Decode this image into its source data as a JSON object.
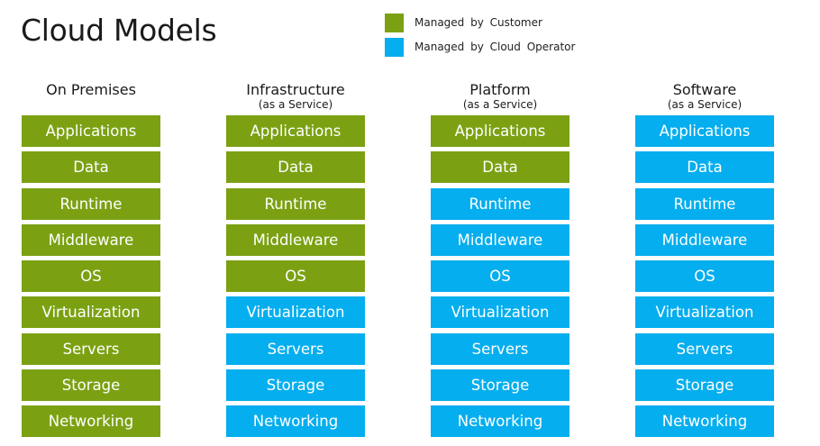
{
  "title": "Cloud Models",
  "legend": [
    {
      "key": "customer",
      "label": "Managed by Customer",
      "color": "#7ba113"
    },
    {
      "key": "operator",
      "label": "Managed by Cloud Operator",
      "color": "#05aeee"
    }
  ],
  "columns": [
    {
      "title": "On Premises",
      "subtitle": "",
      "layers": [
        {
          "label": "Applications",
          "managed_by": "customer"
        },
        {
          "label": "Data",
          "managed_by": "customer"
        },
        {
          "label": "Runtime",
          "managed_by": "customer"
        },
        {
          "label": "Middleware",
          "managed_by": "customer"
        },
        {
          "label": "OS",
          "managed_by": "customer"
        },
        {
          "label": "Virtualization",
          "managed_by": "customer"
        },
        {
          "label": "Servers",
          "managed_by": "customer"
        },
        {
          "label": "Storage",
          "managed_by": "customer"
        },
        {
          "label": "Networking",
          "managed_by": "customer"
        }
      ]
    },
    {
      "title": "Infrastructure",
      "subtitle": "(as a Service)",
      "layers": [
        {
          "label": "Applications",
          "managed_by": "customer"
        },
        {
          "label": "Data",
          "managed_by": "customer"
        },
        {
          "label": "Runtime",
          "managed_by": "customer"
        },
        {
          "label": "Middleware",
          "managed_by": "customer"
        },
        {
          "label": "OS",
          "managed_by": "customer"
        },
        {
          "label": "Virtualization",
          "managed_by": "operator"
        },
        {
          "label": "Servers",
          "managed_by": "operator"
        },
        {
          "label": "Storage",
          "managed_by": "operator"
        },
        {
          "label": "Networking",
          "managed_by": "operator"
        }
      ]
    },
    {
      "title": "Platform",
      "subtitle": "(as a Service)",
      "layers": [
        {
          "label": "Applications",
          "managed_by": "customer"
        },
        {
          "label": "Data",
          "managed_by": "customer"
        },
        {
          "label": "Runtime",
          "managed_by": "operator"
        },
        {
          "label": "Middleware",
          "managed_by": "operator"
        },
        {
          "label": "OS",
          "managed_by": "operator"
        },
        {
          "label": "Virtualization",
          "managed_by": "operator"
        },
        {
          "label": "Servers",
          "managed_by": "operator"
        },
        {
          "label": "Storage",
          "managed_by": "operator"
        },
        {
          "label": "Networking",
          "managed_by": "operator"
        }
      ]
    },
    {
      "title": "Software",
      "subtitle": "(as a Service)",
      "layers": [
        {
          "label": "Applications",
          "managed_by": "operator"
        },
        {
          "label": "Data",
          "managed_by": "operator"
        },
        {
          "label": "Runtime",
          "managed_by": "operator"
        },
        {
          "label": "Middleware",
          "managed_by": "operator"
        },
        {
          "label": "OS",
          "managed_by": "operator"
        },
        {
          "label": "Virtualization",
          "managed_by": "operator"
        },
        {
          "label": "Servers",
          "managed_by": "operator"
        },
        {
          "label": "Storage",
          "managed_by": "operator"
        },
        {
          "label": "Networking",
          "managed_by": "operator"
        }
      ]
    }
  ]
}
